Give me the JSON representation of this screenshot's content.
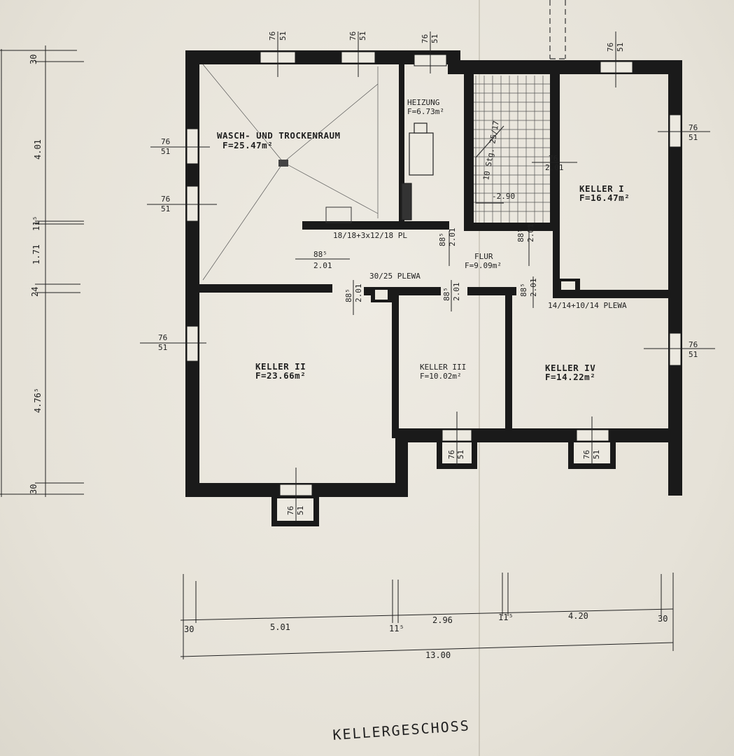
{
  "plan": {
    "title": "KELLERGESCHOSS",
    "rooms": [
      {
        "name": "WASCH- UND TROCKENRAUM",
        "area": "F=25.47m²"
      },
      {
        "name": "HEIZUNG",
        "area": "F=6.73m²"
      },
      {
        "name": "KELLER I",
        "area": "F=16.47m²"
      },
      {
        "name": "FLUR",
        "area": "F=9.09m²"
      },
      {
        "name": "KELLER II",
        "area": "F=23.66m²"
      },
      {
        "name": "KELLER III",
        "area": "F=10.02m²"
      },
      {
        "name": "KELLER IV",
        "area": "F=14.22m²"
      }
    ],
    "annotations": {
      "platform": "18/18+3x12/18 PL",
      "chimney_1": "30/25 PLEWA",
      "chimney_2": "14/14+10/14 PLEWA",
      "stairs": "10 Stg. 25/17",
      "stair_level": "-2.90",
      "window_top": "76",
      "window_bottom": "51",
      "door_top_1": "88⁵",
      "door_bottom": "2.01",
      "door_top_2": "76"
    },
    "dims_left": [
      "30",
      "4.01",
      "11⁵",
      "1.71",
      "24",
      "4.76⁵",
      "30"
    ],
    "dims_bottom": [
      "30",
      "5.01",
      "11⁵",
      "2.96",
      "11⁵",
      "4.20",
      "30"
    ],
    "dims_total": "13.00"
  }
}
